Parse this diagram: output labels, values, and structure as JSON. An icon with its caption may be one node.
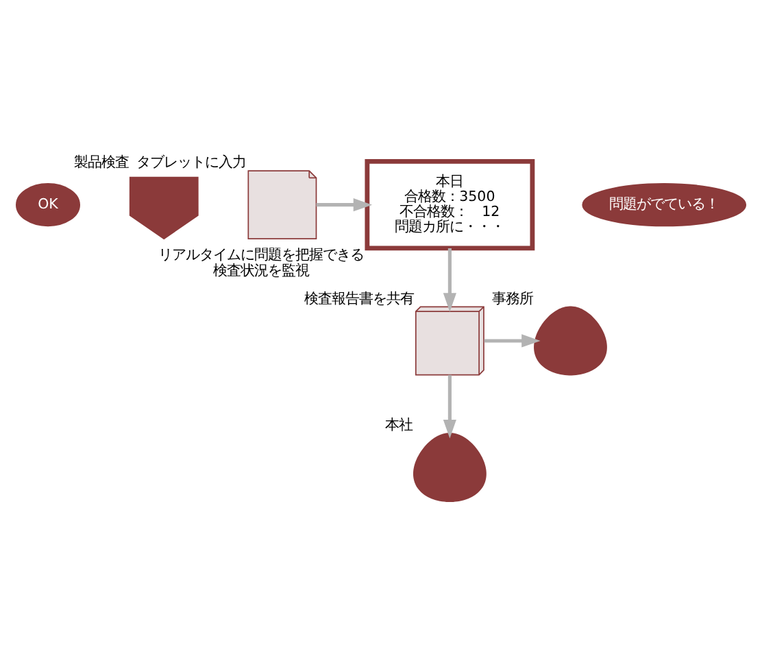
{
  "diagram": {
    "nodes": [
      {
        "text": [
          "OK"
        ]
      },
      {
        "text": [],
        "shape": "shirt",
        "beside": [
          "製品検査"
        ]
      },
      {
        "text": [],
        "shape": "tablet",
        "beside": [
          "タブレットに入力"
        ]
      },
      {
        "text": [
          "本日",
          "合格数：3500",
          "不合格数：　12",
          "問題カ所に・・・"
        ],
        "beside": [
          "リアルタイムに問題を把握できる",
          "検査状況を監視"
        ]
      },
      {
        "text": [
          "問題がでている！"
        ]
      },
      {
        "text": [],
        "shape": "table",
        "beside": [
          "検査報告書を共有"
        ]
      },
      {
        "text": [],
        "shape": "person",
        "beside": [
          "事務所"
        ]
      },
      {
        "text": [],
        "shape": "person",
        "beside": [
          "本社"
        ]
      }
    ],
    "edges": [
      {
        "from": 2,
        "to": 3,
        "arrow": "to"
      },
      {
        "from": 3,
        "to": 5,
        "arrow": "to"
      },
      {
        "from": 5,
        "to": 6,
        "arrow": "to"
      },
      {
        "from": 5,
        "to": 7,
        "arrow": "to"
      }
    ]
  }
}
